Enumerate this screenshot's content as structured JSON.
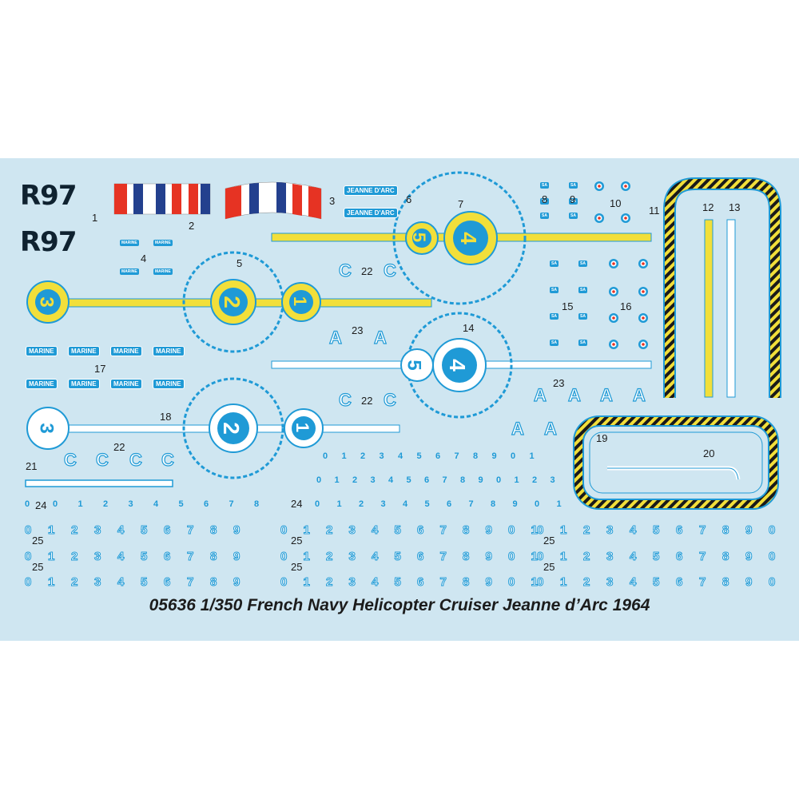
{
  "sheet": {
    "title": "05636   1/350   French Navy Helicopter Cruiser Jeanne d’Arc 1964",
    "hull_number": "R97",
    "ship_name": "JEANNE D'ARC",
    "marine_label": "MARINE",
    "colors": {
      "background": "#cfe6f1",
      "blue": "#1f9ad6",
      "yellow": "#f2df3a",
      "black": "#1a1a1a",
      "flag_blue": "#23408e",
      "flag_red": "#e63323"
    },
    "refs": {
      "r1": "1",
      "r2": "2",
      "r3": "3",
      "r4": "4",
      "r5": "5",
      "r6": "6",
      "r7": "7",
      "r8": "8",
      "r9": "9",
      "r10": "10",
      "r11": "11",
      "r12": "12",
      "r13": "13",
      "r14": "14",
      "r15": "15",
      "r16": "16",
      "r17": "17",
      "r18": "18",
      "r19": "19",
      "r20": "20",
      "r21": "21",
      "r22": "22",
      "r23": "23",
      "r24": "24",
      "r25": "25"
    },
    "glyphs": {
      "c": "C",
      "a": "A",
      "n1": "1",
      "n2": "2",
      "n3": "3",
      "n4": "4",
      "n5": "5"
    },
    "digit_row": [
      "0",
      "1",
      "2",
      "3",
      "4",
      "5",
      "6",
      "7",
      "8",
      "9"
    ],
    "small_tag": "SA"
  }
}
